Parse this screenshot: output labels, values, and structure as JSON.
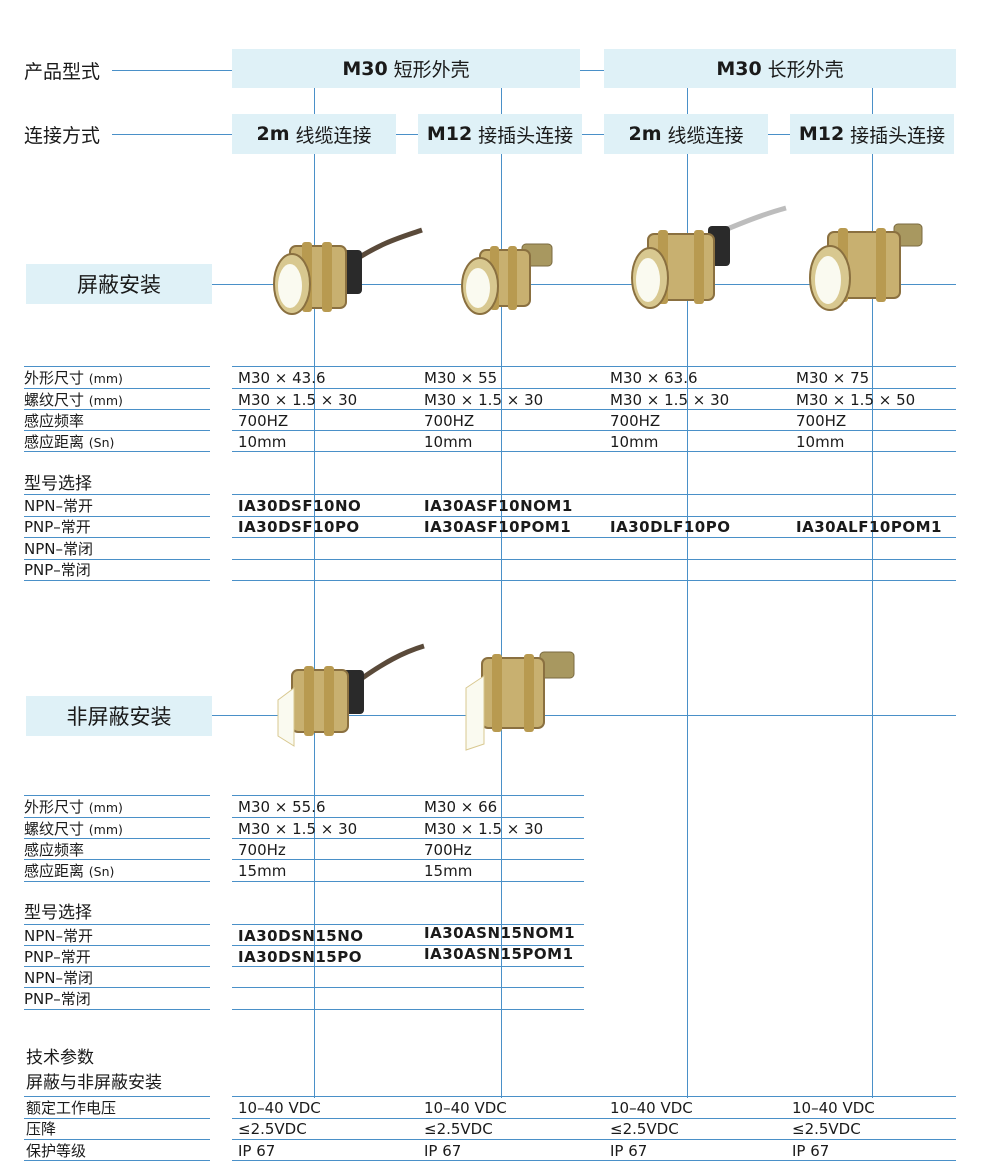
{
  "header": {
    "product_type_label": "产品型式",
    "connection_label": "连接方式",
    "group_short": {
      "prefix": "M30",
      "text": "短形外壳"
    },
    "group_long": {
      "prefix": "M30",
      "text": "长形外壳"
    },
    "columns": [
      {
        "prefix": "2m",
        "text": "线缆连接"
      },
      {
        "prefix": "M12",
        "text": "接插头连接"
      },
      {
        "prefix": "2m",
        "text": "线缆连接"
      },
      {
        "prefix": "M12",
        "text": "接插头连接"
      }
    ]
  },
  "shielded": {
    "title": "屏蔽安装",
    "spec_labels": [
      {
        "text": "外形尺寸",
        "unit": "(mm)"
      },
      {
        "text": "螺纹尺寸",
        "unit": "(mm)"
      },
      {
        "text": "感应频率",
        "unit": ""
      },
      {
        "text": "感应距离",
        "unit": "(Sn)"
      }
    ],
    "specs": [
      [
        "M30 × 43.6",
        "M30 × 1.5 × 30",
        "700HZ",
        "10mm"
      ],
      [
        "M30 × 55",
        "M30 × 1.5 × 30",
        "700HZ",
        "10mm"
      ],
      [
        "M30 × 63.6",
        "M30 × 1.5 × 30",
        "700HZ",
        "10mm"
      ],
      [
        "M30 × 75",
        "M30 × 1.5 × 50",
        "700HZ",
        "10mm"
      ]
    ],
    "model_title": "型号选择",
    "model_labels": [
      "NPN–常开",
      "PNP–常开",
      "NPN–常闭",
      "PNP–常闭"
    ],
    "models": [
      [
        "IA30DSF10NO",
        "IA30DSF10PO",
        "",
        ""
      ],
      [
        "IA30ASF10NOM1",
        "IA30ASF10POM1",
        "",
        ""
      ],
      [
        "",
        "IA30DLF10PO",
        "",
        ""
      ],
      [
        "",
        "IA30ALF10POM1",
        "",
        ""
      ]
    ]
  },
  "unshielded": {
    "title": "非屏蔽安装",
    "spec_labels": [
      {
        "text": "外形尺寸",
        "unit": "(mm)"
      },
      {
        "text": "螺纹尺寸",
        "unit": "(mm)"
      },
      {
        "text": "感应频率",
        "unit": ""
      },
      {
        "text": "感应距离",
        "unit": "(Sn)"
      }
    ],
    "specs": [
      [
        "M30 × 55.6",
        "M30 × 1.5 × 30",
        "700Hz",
        "15mm"
      ],
      [
        "M30 × 66",
        "M30 × 1.5 × 30",
        "700Hz",
        "15mm"
      ]
    ],
    "model_title": "型号选择",
    "model_labels": [
      "NPN–常开",
      "PNP–常开",
      "NPN–常闭",
      "PNP–常闭"
    ],
    "models": [
      [
        "IA30DSN15NO",
        "IA30DSN15PO",
        "",
        ""
      ],
      [
        "IA30ASN15NOM1",
        "IA30ASN15POM1",
        "",
        ""
      ]
    ]
  },
  "technical": {
    "title": "技术参数",
    "subtitle": "屏蔽与非屏蔽安装",
    "labels": [
      "额定工作电压",
      "压降",
      "保护等级"
    ],
    "values": [
      [
        "10–40 VDC",
        "≤2.5VDC",
        "IP 67"
      ],
      [
        "10–40 VDC",
        "≤2.5VDC",
        "IP 67"
      ],
      [
        "10–40 VDC",
        "≤2.5VDC",
        "IP 67"
      ],
      [
        "10–40 VDC",
        "≤2.5VDC",
        "IP 67"
      ]
    ]
  },
  "colors": {
    "line": "#4a90c8",
    "box": "#dff1f7",
    "metal": "#b8a060"
  }
}
